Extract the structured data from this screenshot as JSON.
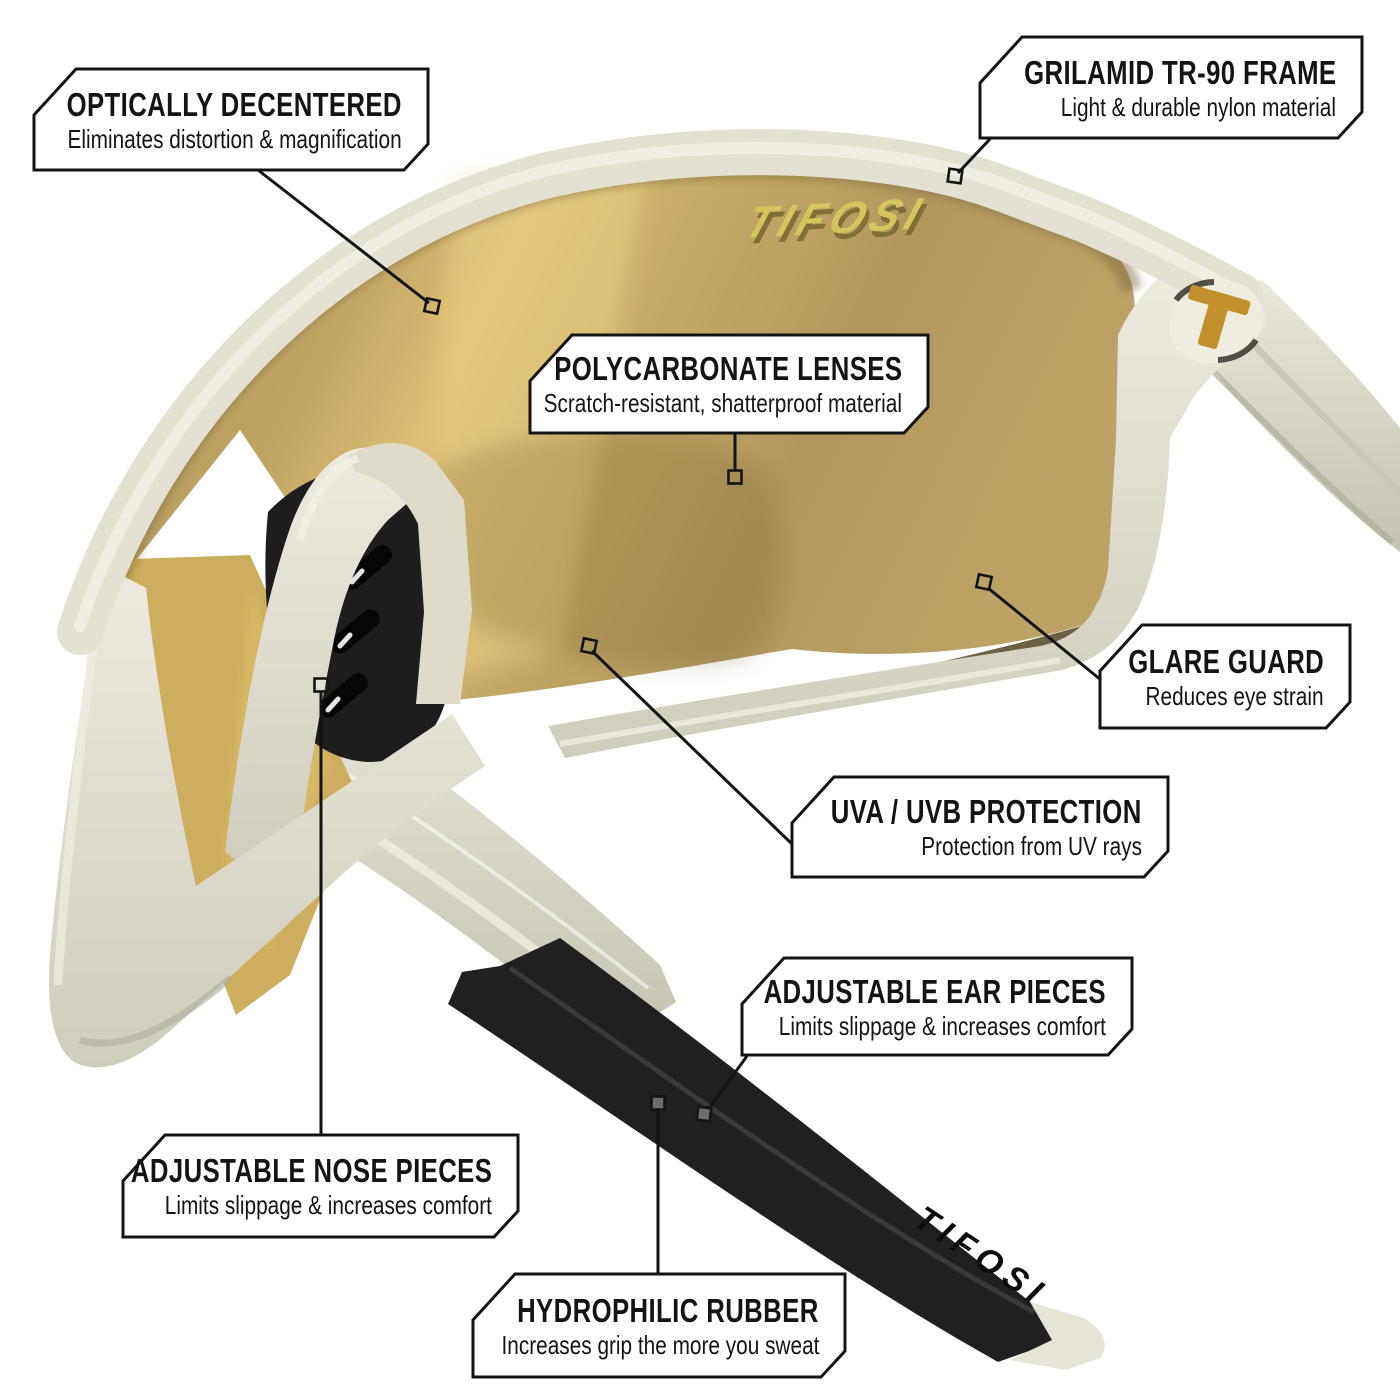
{
  "brand": {
    "lens_logo": "TIFOSI",
    "temple_logo": "TIFOSI"
  },
  "callouts": [
    {
      "id": "optically-decentered",
      "title": "OPTICALLY DECENTERED",
      "subtitle": "Eliminates distortion & magnification"
    },
    {
      "id": "grilamid-frame",
      "title": "GRILAMID TR-90 FRAME",
      "subtitle": "Light & durable nylon material"
    },
    {
      "id": "polycarbonate-lenses",
      "title": "POLYCARBONATE LENSES",
      "subtitle": "Scratch-resistant, shatterproof material"
    },
    {
      "id": "glare-guard",
      "title": "GLARE GUARD",
      "subtitle": "Reduces eye strain"
    },
    {
      "id": "uva-uvb-protection",
      "title": "UVA / UVB PROTECTION",
      "subtitle": "Protection from UV rays"
    },
    {
      "id": "adjustable-ear-pieces",
      "title": "ADJUSTABLE EAR PIECES",
      "subtitle": "Limits slippage & increases comfort"
    },
    {
      "id": "adjustable-nose-pieces",
      "title": "ADJUSTABLE NOSE PIECES",
      "subtitle": "Limits slippage & increases comfort"
    },
    {
      "id": "hydrophilic-rubber",
      "title": "HYDROPHILIC RUBBER",
      "subtitle": "Increases grip the more you sweat"
    }
  ],
  "colors": {
    "lens_gold": "#bfa262",
    "lens_gold_light": "#ddc078",
    "frame_cream": "#e2e0d0",
    "frame_cream_shadow": "#b9b7a5",
    "rubber_black": "#1f1f1f",
    "hinge_gold": "#c3912c",
    "logo_yellow": "#d4c65d",
    "callout_ink": "#141414"
  }
}
